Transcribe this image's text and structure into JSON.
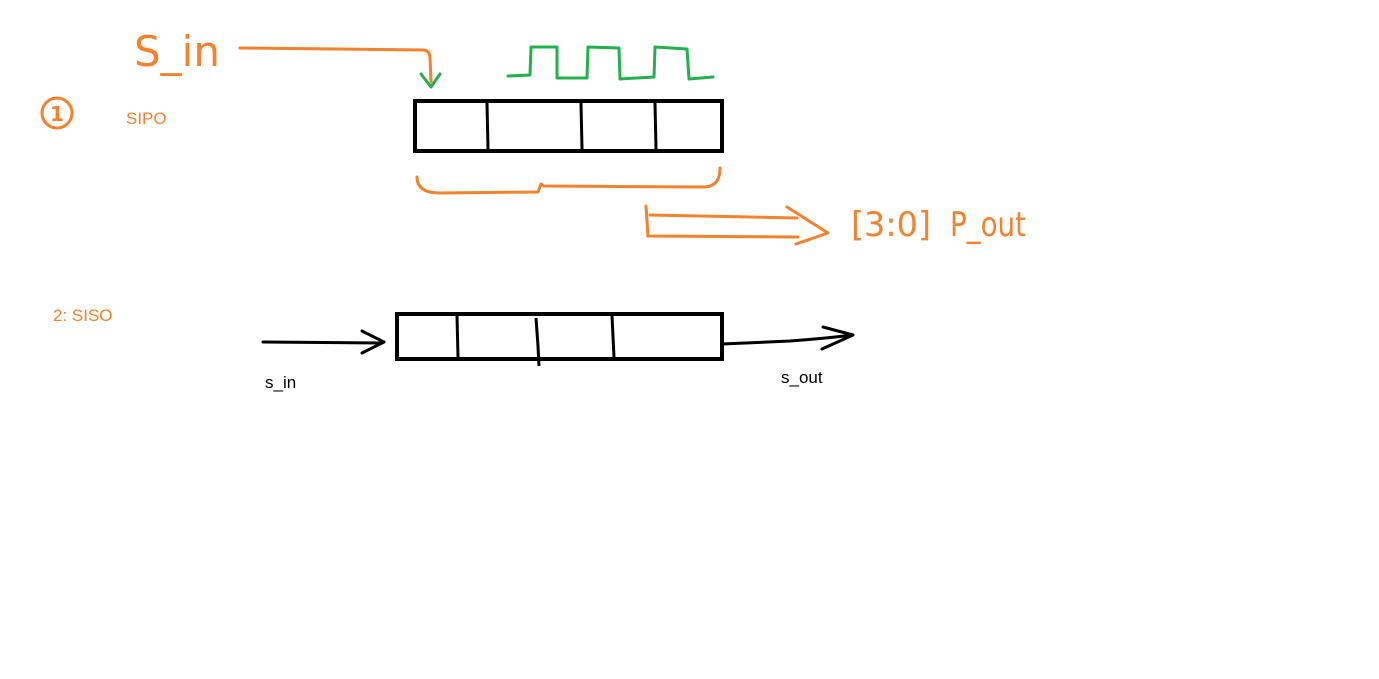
{
  "colors": {
    "orange": "#f4812c",
    "green": "#22b14c",
    "black": "#000000",
    "background": "#ffffff"
  },
  "sipo": {
    "number_mark": "1",
    "label": "SIPO",
    "input_label": "S_in",
    "output_bus_label": "[3:0]",
    "output_label": "P_out"
  },
  "siso": {
    "label": "2: SISO",
    "input_label": "s_in",
    "output_label": "s_out"
  }
}
